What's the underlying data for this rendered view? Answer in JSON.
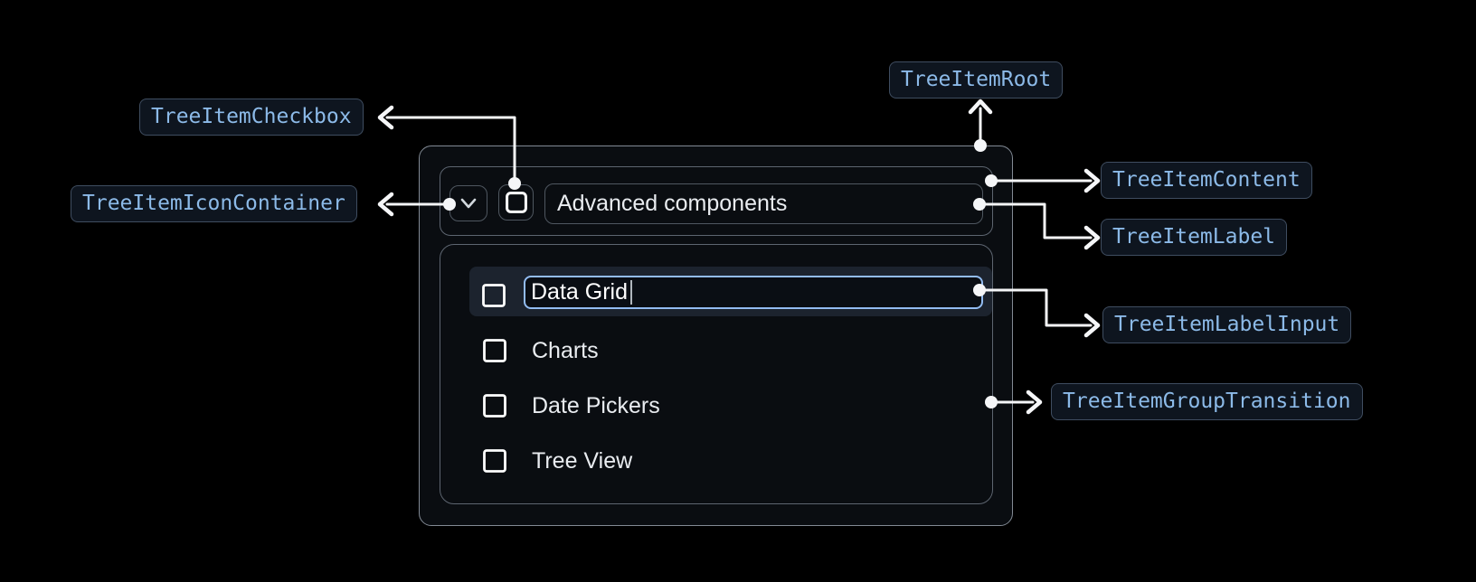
{
  "anatomy": {
    "root": "TreeItemRoot",
    "checkbox": "TreeItemCheckbox",
    "icon_container": "TreeItemIconContainer",
    "content": "TreeItemContent",
    "label": "TreeItemLabel",
    "label_input": "TreeItemLabelInput",
    "group_transition": "TreeItemGroupTransition"
  },
  "tree": {
    "parent": {
      "label": "Advanced components",
      "expanded": true,
      "checked": false
    },
    "children": [
      {
        "label": "Data Grid",
        "checked": false,
        "editing": true
      },
      {
        "label": "Charts",
        "checked": false
      },
      {
        "label": "Date Pickers",
        "checked": false
      },
      {
        "label": "Tree View",
        "checked": false
      }
    ]
  },
  "icons": {
    "expand": "chevron-down-icon",
    "checkbox": "checkbox-unchecked-icon"
  },
  "colors": {
    "background": "#000000",
    "surface": "#0a0d11",
    "row_highlight": "#1c232e",
    "focus_border": "#92bcf2",
    "badge_bg": "#0e151f",
    "badge_border": "#3f4d60",
    "badge_text": "#8cbae8",
    "connector": "#f5f6f8"
  }
}
